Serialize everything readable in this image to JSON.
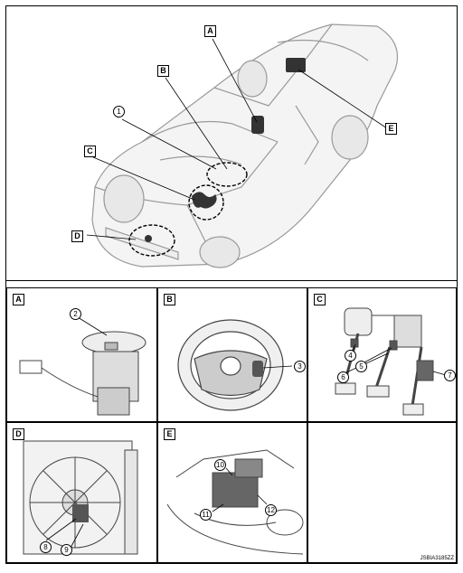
{
  "overview": {
    "labels": {
      "A": "A",
      "B": "B",
      "C": "C",
      "D": "D",
      "E": "E"
    },
    "num1": "1"
  },
  "panels": [
    {
      "tag": "A",
      "nums": [
        "2"
      ]
    },
    {
      "tag": "B",
      "nums": [
        "3"
      ]
    },
    {
      "tag": "C",
      "nums": [
        "4",
        "5",
        "6",
        "7"
      ]
    },
    {
      "tag": "D",
      "nums": [
        "8",
        "9"
      ]
    },
    {
      "tag": "E",
      "nums": [
        "10",
        "11",
        "12"
      ]
    }
  ],
  "figure_code": "JSBIA3185ZZ"
}
